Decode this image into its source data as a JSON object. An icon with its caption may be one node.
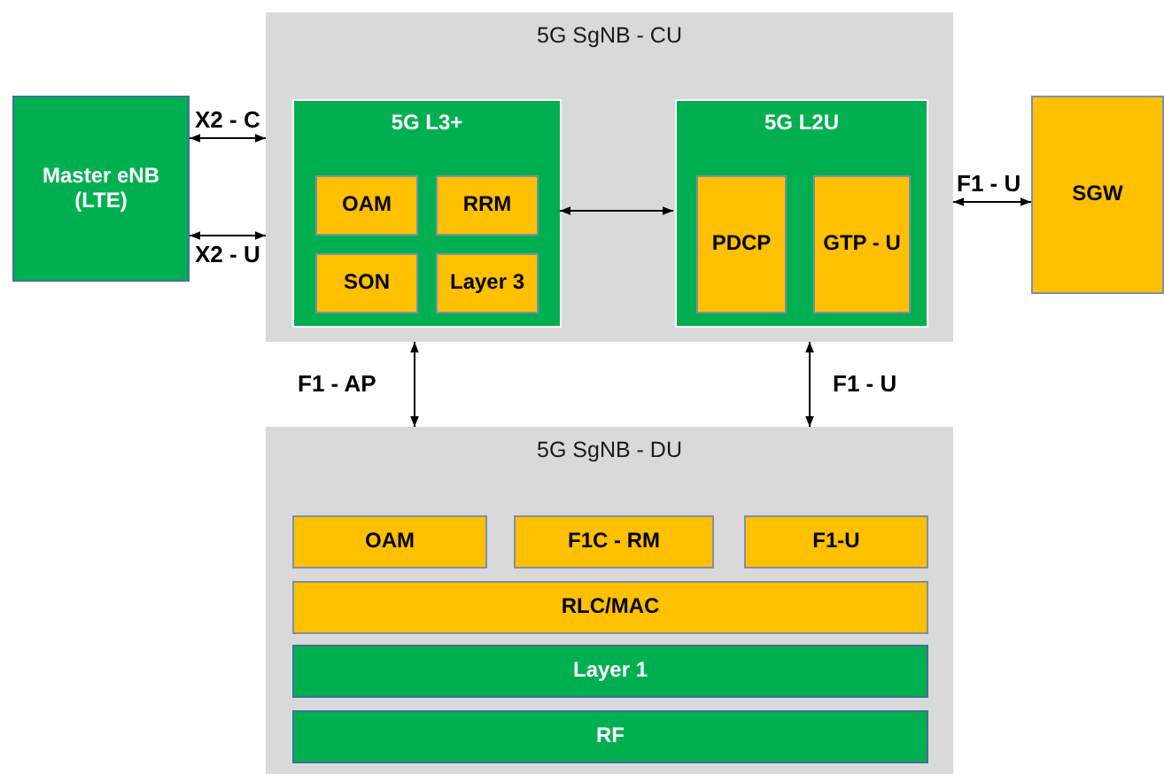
{
  "diagram": {
    "nodes": [
      {
        "text": [
          "Master eNB (LTE)"
        ]
      },
      {
        "text": [
          "5G SgNB - CU"
        ]
      },
      {
        "text": [
          "5G L3+"
        ],
        "in": 1
      },
      {
        "text": [
          "OAM"
        ],
        "in": 2
      },
      {
        "text": [
          "RRM"
        ],
        "in": 2
      },
      {
        "text": [
          "SON"
        ],
        "in": 2
      },
      {
        "text": [
          "Layer 3"
        ],
        "in": 2
      },
      {
        "text": [
          "5G L2U"
        ],
        "in": 1
      },
      {
        "text": [
          "PDCP"
        ],
        "in": 7
      },
      {
        "text": [
          "GTP - U"
        ],
        "in": 7
      },
      {
        "text": [
          "SGW"
        ]
      },
      {
        "text": [
          "5G SgNB - DU"
        ]
      },
      {
        "text": [
          "OAM"
        ],
        "in": 11
      },
      {
        "text": [
          "F1C - RM"
        ],
        "in": 11
      },
      {
        "text": [
          "F1-U"
        ],
        "in": 11
      },
      {
        "text": [
          "RLC/MAC"
        ],
        "in": 11
      },
      {
        "text": [
          "Layer 1"
        ],
        "in": 11
      },
      {
        "text": [
          "RF"
        ],
        "in": 11
      }
    ],
    "edges": [
      {
        "from": 0,
        "to": 1,
        "arrow": "both",
        "label": "X2 - C"
      },
      {
        "from": 0,
        "to": 1,
        "arrow": "both",
        "label": "X2 - U"
      },
      {
        "from": 2,
        "to": 7,
        "arrow": "both"
      },
      {
        "from": 1,
        "to": 10,
        "arrow": "both",
        "label": "F1 - U"
      },
      {
        "from": 1,
        "to": 11,
        "arrow": "both",
        "label": "F1 - AP"
      },
      {
        "from": 1,
        "to": 11,
        "arrow": "both",
        "label": "F1 - U"
      }
    ]
  }
}
